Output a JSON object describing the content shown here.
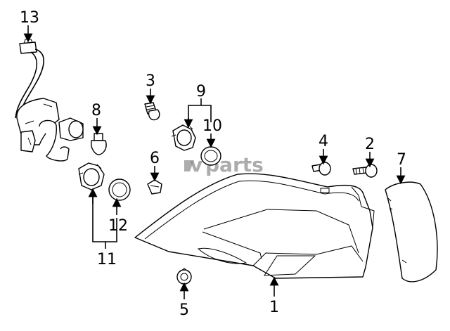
{
  "watermark": {
    "logo_text": "parts",
    "logo_mark": "v"
  },
  "callouts": [
    {
      "id": "c1",
      "label": "1"
    },
    {
      "id": "c2",
      "label": "2"
    },
    {
      "id": "c3",
      "label": "3"
    },
    {
      "id": "c4",
      "label": "4"
    },
    {
      "id": "c5",
      "label": "5"
    },
    {
      "id": "c6",
      "label": "6"
    },
    {
      "id": "c7",
      "label": "7"
    },
    {
      "id": "c8",
      "label": "8"
    },
    {
      "id": "c9",
      "label": "9"
    },
    {
      "id": "c10",
      "label": "10"
    },
    {
      "id": "c11",
      "label": "11"
    },
    {
      "id": "c12",
      "label": "12"
    },
    {
      "id": "c13",
      "label": "13"
    }
  ]
}
